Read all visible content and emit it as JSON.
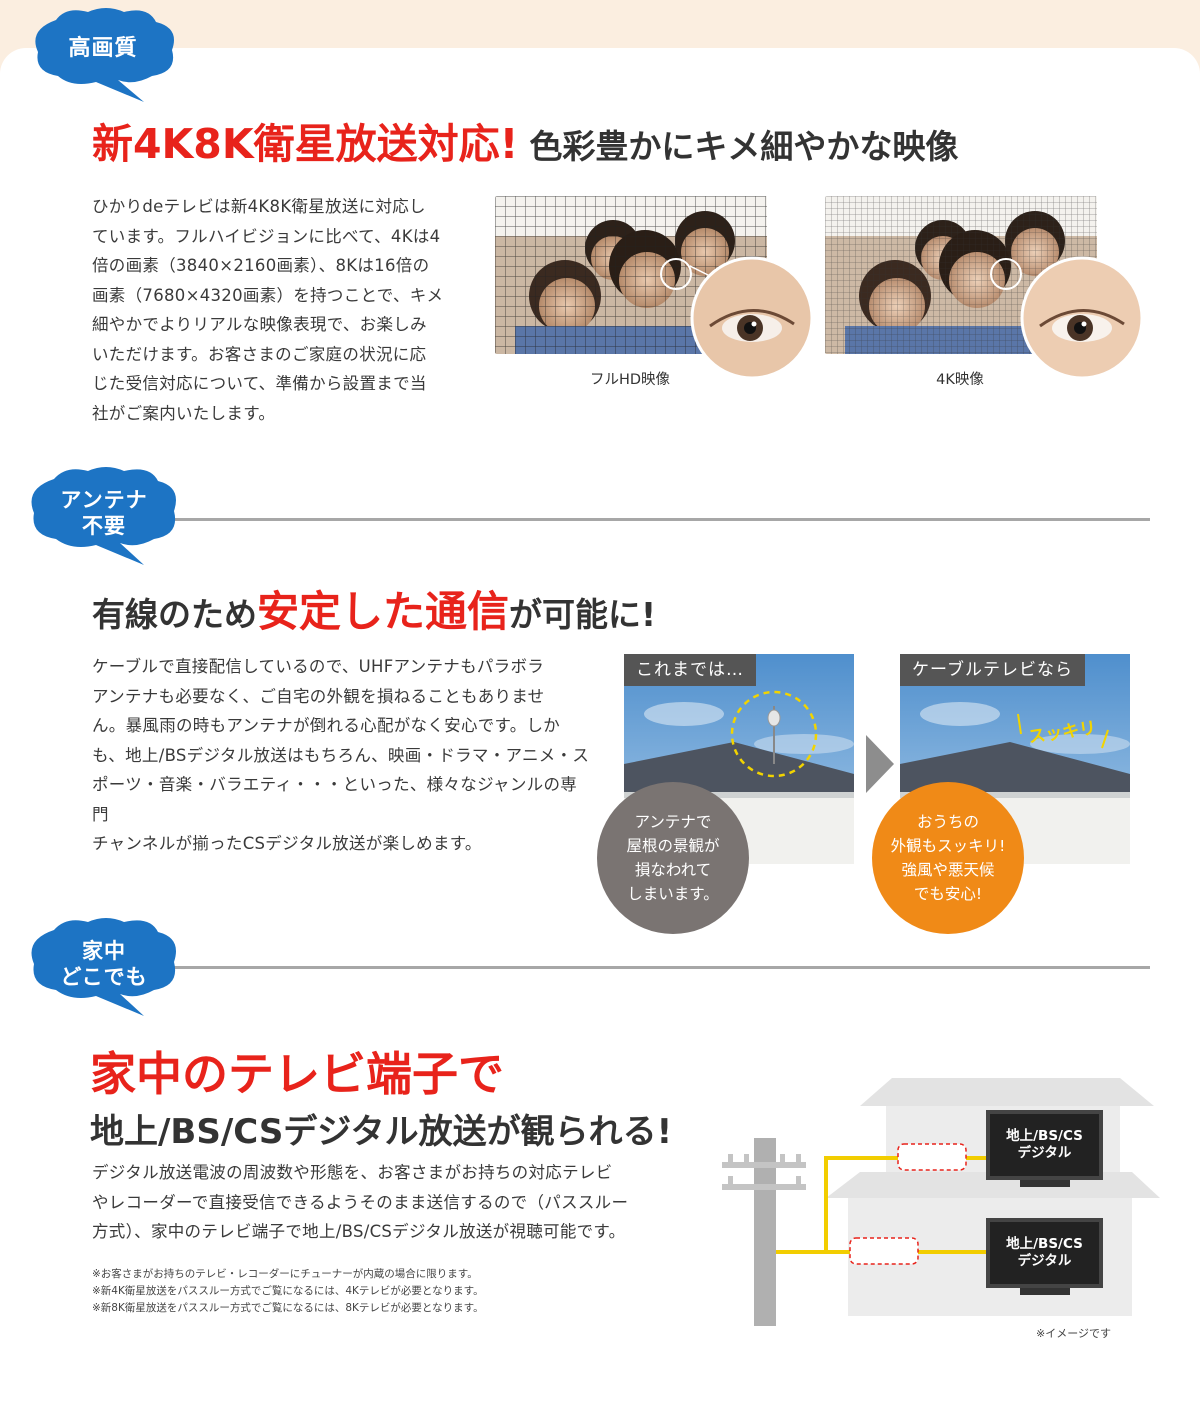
{
  "colors": {
    "accent_red": "#e8231b",
    "tag_blue": "#1d74c4",
    "bubble_gray": "#7a7472",
    "bubble_orange": "#f08a17",
    "cable_yellow": "#f2cd00",
    "page_bg": "#fbeee0"
  },
  "section1": {
    "tag": "高画質",
    "headline_red": "新4K8K衛星放送対応!",
    "headline_dark": "色彩豊かにキメ細やかな映像",
    "body_lines": [
      "ひかりdeテレビは新4K8K衛星放送に対応し",
      "ています。フルハイビジョンに比べて、4Kは4",
      "倍の画素（3840×2160画素）、8Kは16倍の",
      "画素（7680×4320画素）を持つことで、キメ",
      "細やかでよりリアルな映像表現で、お楽しみ",
      "いただけます。お客さまのご家庭の状況に応",
      "じた受信対応について、準備から設置まで当",
      "社がご案内いたします。"
    ],
    "image_left_caption": "フルHD映像",
    "image_right_caption": "4K映像"
  },
  "section2": {
    "tag_line1": "アンテナ",
    "tag_line2": "不要",
    "headline_a": "有線のため",
    "headline_red": "安定した通信",
    "headline_b": "が可能に!",
    "body_lines": [
      "ケーブルで直接配信しているので、UHFアンテナもパラボラ",
      "アンテナも必要なく、ご自宅の外観を損ねることもありませ",
      "ん。暴風雨の時もアンテナが倒れる心配がなく安心です。しか",
      "も、地上/BSデジタル放送はもちろん、映画・ドラマ・アニメ・ス",
      "ポーツ・音楽・バラエティ・・・といった、様々なジャンルの専門",
      "チャンネルが揃ったCSデジタル放送が楽しめます。"
    ],
    "before_label": "これまでは…",
    "after_label": "ケーブルテレビなら",
    "after_callout": "スッキリ",
    "before_bubble": [
      "アンテナで",
      "屋根の景観が",
      "損なわれて",
      "しまいます。"
    ],
    "after_bubble": [
      "おうちの",
      "外観もスッキリ!",
      "強風や悪天候",
      "でも安心!"
    ]
  },
  "section3": {
    "tag_line1": "家中",
    "tag_line2": "どこでも",
    "headline_red": "家中のテレビ端子で",
    "headline_dark": "地上/BS/CSデジタル放送が観られる!",
    "body_lines": [
      "デジタル放送電波の周波数や形態を、お客さまがお持ちの対応テレビ",
      "やレコーダーで直接受信できるようそのまま送信するので（パススルー",
      "方式）、家中のテレビ端子で地上/BS/CSデジタル放送が視聴可能です。"
    ],
    "notes": [
      "※お客さまがお持ちのテレビ・レコーダーにチューナーが内蔵の場合に限ります。",
      "※新4K衛星放送をパススルー方式でご覧になるには、4Kテレビが必要となります。",
      "※新8K衛星放送をパススルー方式でご覧になるには、8Kテレビが必要となります。"
    ],
    "tv_upper": [
      "地上/BS/CS",
      "デジタル"
    ],
    "tv_lower": [
      "地上/BS/CS",
      "デジタル"
    ],
    "image_note": "※イメージです"
  }
}
